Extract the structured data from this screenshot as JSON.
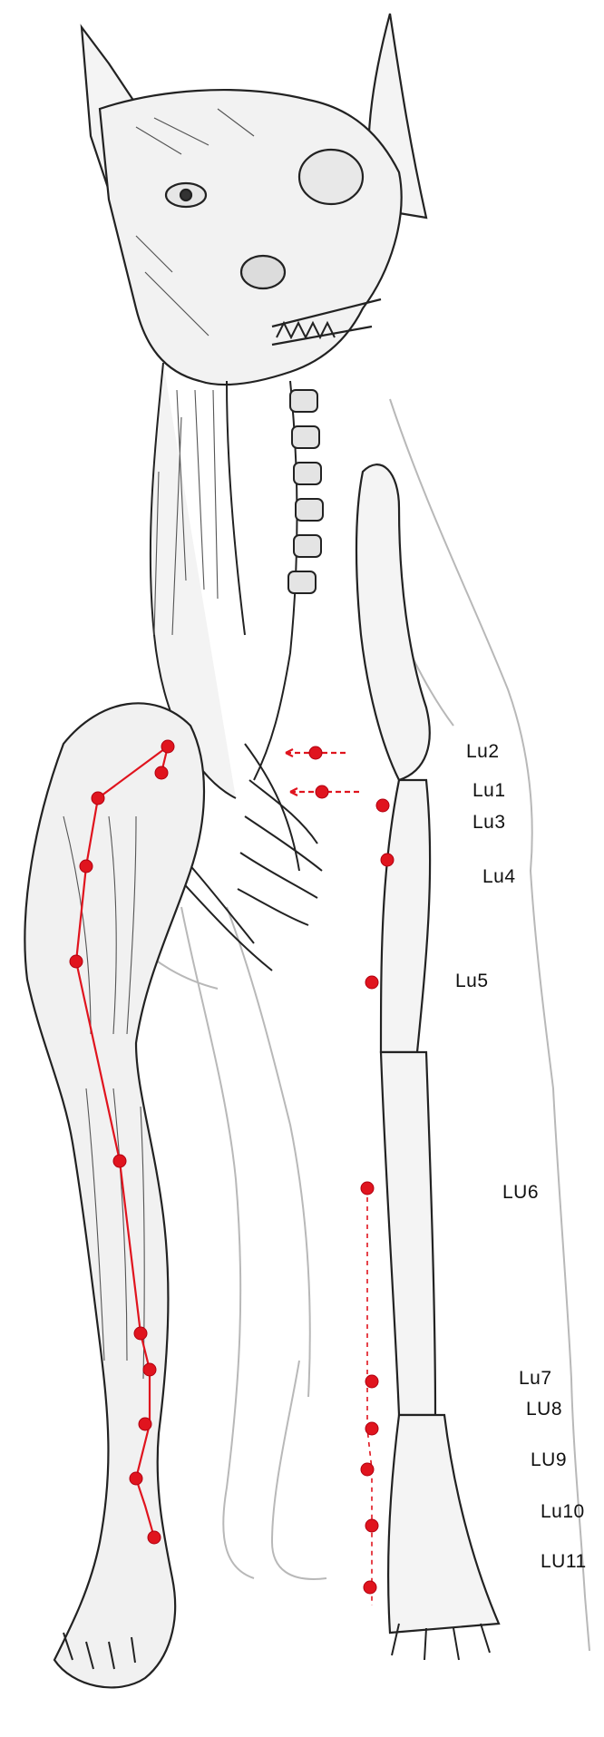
{
  "diagram": {
    "subject": "Canine lung meridian acupuncture points",
    "accent_color": "#e0141e",
    "ink_color": "#222222",
    "labels": {
      "lu2": "Lu2",
      "lu1": "Lu1",
      "lu3": "Lu3",
      "lu4": "Lu4",
      "lu5": "Lu5",
      "lu6": "LU6",
      "lu7": "Lu7",
      "lu8": "LU8",
      "lu9": "LU9",
      "lu10": "Lu10",
      "lu11": "LU11"
    }
  }
}
